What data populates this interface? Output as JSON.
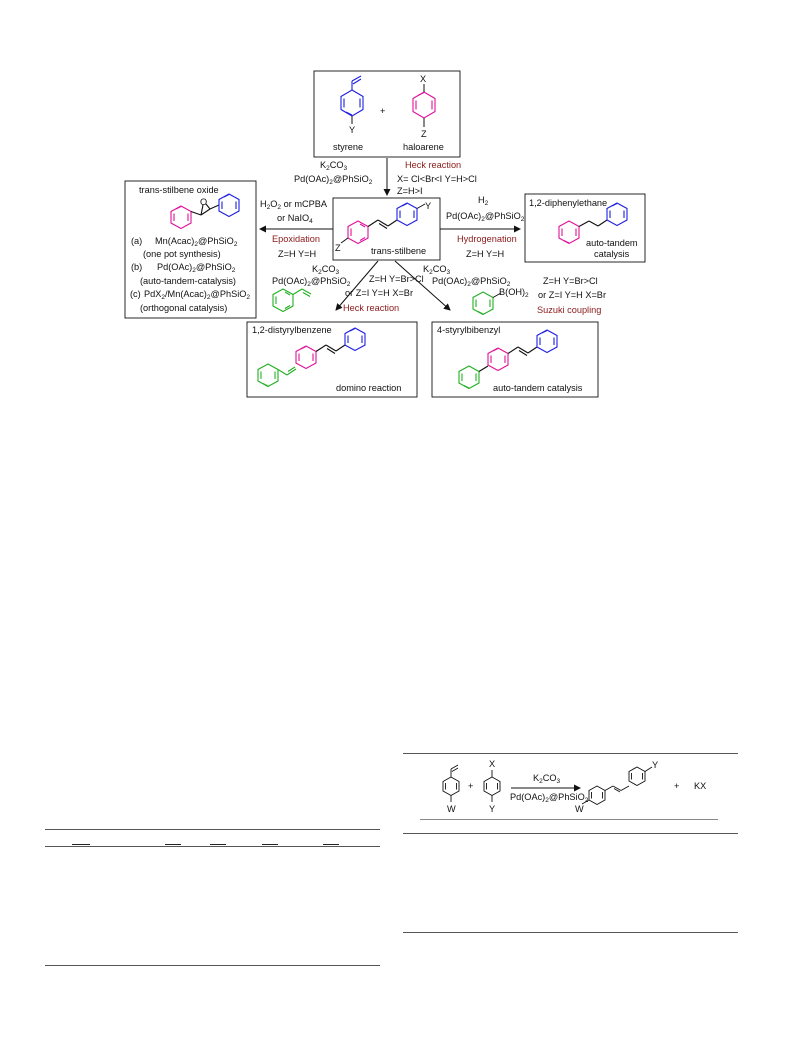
{
  "center": {
    "label": "trans-stilbene",
    "Y": "Y",
    "Z": "Z"
  },
  "top": {
    "styrene": "styrene",
    "haloarene": "haloarene",
    "plus": "+",
    "X": "X",
    "Y": "Y",
    "Z": "Z",
    "reagent1": "K",
    "reagent1_sub": "2",
    "reagent1_tail": "CO",
    "reagent1_sub2": "3",
    "reagent2": "Pd(OAc)",
    "reagent2_sub": "2",
    "reagent2_tail": "@PhSiO",
    "reagent2_sub2": "2",
    "reaction": "Heck reaction",
    "cond1": "X= Cl<Br<I   Y=H>Cl",
    "cond2": "Z=H>I"
  },
  "left": {
    "title": "trans-stilbene oxide",
    "O": "O",
    "reagent1": "H",
    "reagent1_sub": "2",
    "reagent1_mid": "O",
    "reagent1_sub2": "2",
    "reagent1_tail": " or mCPBA",
    "reagent2": "or NaIO",
    "reagent2_sub": "4",
    "reaction": "Epoxidation",
    "cond": "Z=H Y=H",
    "a_label": "(a)",
    "a_text": "Mn(Acac)",
    "a_sub": "2",
    "a_tail": "@PhSiO",
    "a_sub2": "2",
    "a_note": "(one pot synthesis)",
    "b_label": "(b)",
    "b_text": "Pd(OAc)",
    "b_sub": "2",
    "b_tail": "@PhSiO",
    "b_sub2": "2",
    "b_note": "(auto-tandem-catalysis)",
    "c_label": "(c)",
    "c_text": "PdX",
    "c_sub": "2",
    "c_mid": "/Mn(Acac)",
    "c_sub2": "2",
    "c_tail": "@PhSiO",
    "c_sub3": "2",
    "c_note": "(orthogonal catalysis)"
  },
  "right": {
    "title": "1,2-diphenylethane",
    "reagent1": "H",
    "reagent1_sub": "2",
    "reagent2": "Pd(OAc)",
    "reagent2_sub": "2",
    "reagent2_tail": "@PhSiO",
    "reagent2_sub2": "2",
    "reaction": "Hydrogenation",
    "cond": "Z=H Y=H",
    "note1": "auto-tandem",
    "note2": "catalysis"
  },
  "bottom_left": {
    "title": "1,2-distyrylbenzene",
    "note": "domino reaction",
    "reagent1": "K",
    "reagent1_sub": "2",
    "reagent1_tail": "CO",
    "reagent1_sub2": "3",
    "reagent2": "Pd(OAc)",
    "reagent2_sub": "2",
    "reagent2_tail": "@PhSiO",
    "reagent2_sub2": "2",
    "cond1": "Z=H Y=Br>Cl",
    "cond2": "or Z=I Y=H X=Br",
    "reaction": "Heck reaction"
  },
  "bottom_right": {
    "title": "4-styrylbibenzyl",
    "note": "auto-tandem catalysis",
    "reagent1": "K",
    "reagent1_sub": "2",
    "reagent1_tail": "CO",
    "reagent1_sub2": "3",
    "reagent2": "Pd(OAc)",
    "reagent2_sub": "2",
    "reagent2_tail": "@PhSiO",
    "reagent2_sub2": "2",
    "boronic": "B(OH)",
    "boronic_sub": "2",
    "cond1": "Z=H Y=Br>Cl",
    "cond2": "or Z=I Y=H X=Br",
    "reaction": "Suzuki coupling"
  },
  "table_scheme": {
    "X": "X",
    "Y": "Y",
    "W": "W",
    "W2": "W",
    "Y2": "Y",
    "plus1": "+",
    "plus2": "+",
    "reagent1": "K",
    "reagent1_sub": "2",
    "reagent1_tail": "CO",
    "reagent1_sub2": "3",
    "reagent2": "Pd(OAc)",
    "reagent2_sub": "2",
    "reagent2_tail": "@PhSiO",
    "reagent2_sub2": "2",
    "byproduct": "KX"
  },
  "colors": {
    "blue": "#1f1fe0",
    "magenta": "#e0139a",
    "green": "#22b022",
    "red": "#8b1a1a",
    "black": "#111111"
  }
}
